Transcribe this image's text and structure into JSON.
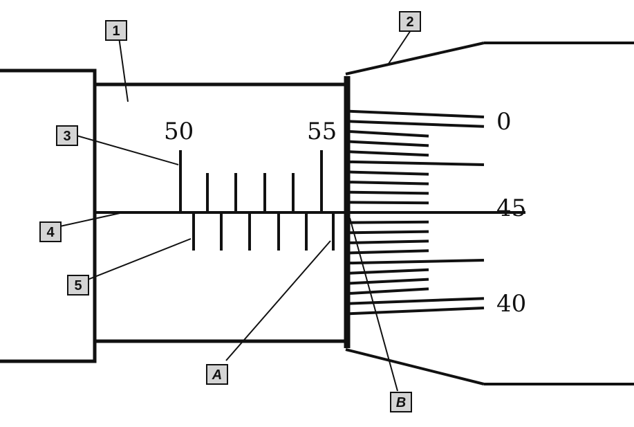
{
  "diagram": {
    "main_scale": {
      "labels": [
        "50",
        "55"
      ]
    },
    "thimble_scale": {
      "labels": [
        "0",
        "45",
        "40"
      ]
    },
    "callouts": {
      "c1": "1",
      "c2": "2",
      "c3": "3",
      "c4": "4",
      "c5": "5",
      "cA": "A",
      "cB": "B"
    }
  }
}
